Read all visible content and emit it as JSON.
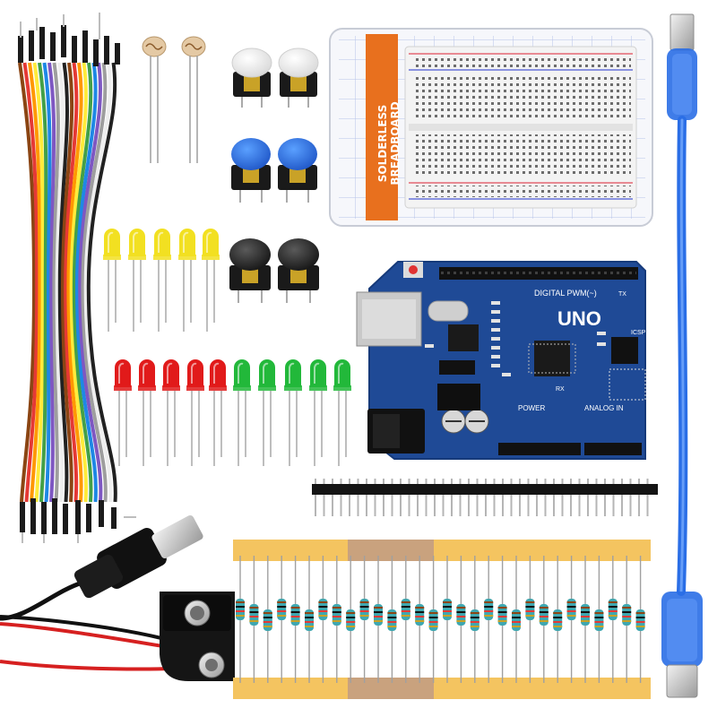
{
  "image": {
    "kind": "product-photo",
    "background": "#ffffff",
    "items": [
      "jumper-wire-bundle",
      "photoresistor-pair",
      "tactile-button-set",
      "breadboard-package",
      "usb-cable",
      "led-set",
      "arduino-uno-board",
      "pin-header-strip",
      "dc-plug-battery-snap",
      "resistor-strip"
    ]
  },
  "breadboard_package": {
    "label_line1": "SOLDERLESS",
    "label_line2": "BREADBOARD",
    "accent": "#e8701e"
  },
  "board": {
    "logo": "UNO",
    "silk_digital": "DIGITAL PWM(~)",
    "silk_power": "POWER",
    "silk_analog": "ANALOG IN",
    "silk_icsp": "ICSP",
    "silk_tx": "TX",
    "silk_rx": "RX",
    "color": "#1f4a96"
  },
  "led_colors": {
    "yellow": "#f2e021",
    "red": "#e11a1a",
    "green": "#22b83a"
  },
  "usb_cable_color": "#2a6ee6",
  "wire_colors": [
    "#8b4513",
    "#e53935",
    "#ff9800",
    "#ffeb3b",
    "#43a047",
    "#1e88e5",
    "#7e57c2",
    "#9e9e9e",
    "#ffffff",
    "#212121"
  ]
}
